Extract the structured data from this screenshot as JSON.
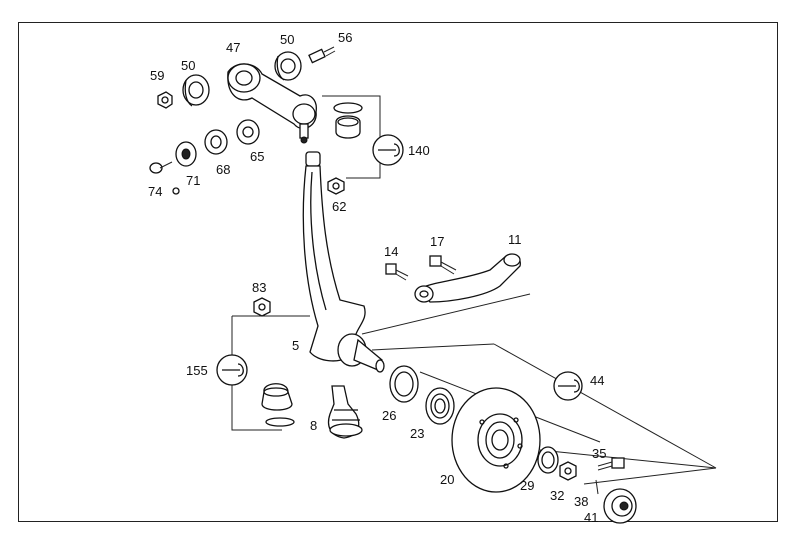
{
  "callouts": {
    "c59": "59",
    "c50a": "50",
    "c47": "47",
    "c50b": "50",
    "c56": "56",
    "c65": "65",
    "c68": "68",
    "c71": "71",
    "c74": "74",
    "c140": "140",
    "c62": "62",
    "c14": "14",
    "c17": "17",
    "c11": "11",
    "c83": "83",
    "c5": "5",
    "c155": "155",
    "c8": "8",
    "c26": "26",
    "c23": "23",
    "c44": "44",
    "c20": "20",
    "c29": "29",
    "c35": "35",
    "c32": "32",
    "c38": "38",
    "c41": "41"
  },
  "icons": [
    "wrench-icon-140",
    "wrench-icon-155",
    "wrench-icon-44"
  ],
  "colors": {
    "line": "#111111",
    "background": "#ffffff"
  }
}
